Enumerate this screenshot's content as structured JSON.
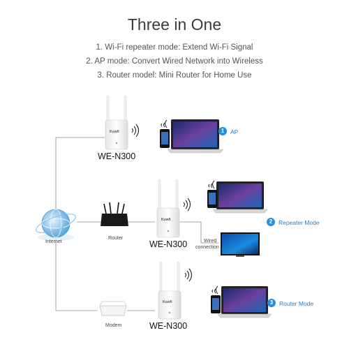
{
  "title": "Three in One",
  "lines": [
    "1. Wi-Fi repeater mode: Extend Wi-Fi Signal",
    "2. AP mode: Convert Wired Network into Wireless",
    "3. Router model: Mini Router for Home Use"
  ],
  "device_model": "WE-N300",
  "device_brand": "Kuwfi",
  "labels": {
    "internet": "Internet",
    "router": "Router",
    "modem": "Modem",
    "wired_line1": "Wired",
    "wired_line2": "connection"
  },
  "modes": [
    {
      "number": "1",
      "label": "AP"
    },
    {
      "number": "2",
      "label": "Repeater Mode"
    },
    {
      "number": "3",
      "label": "Router Mode"
    }
  ],
  "colors": {
    "accent": "#2a8ee0",
    "mode_text": "#2a7fc1",
    "line": "#8a8a8a"
  }
}
